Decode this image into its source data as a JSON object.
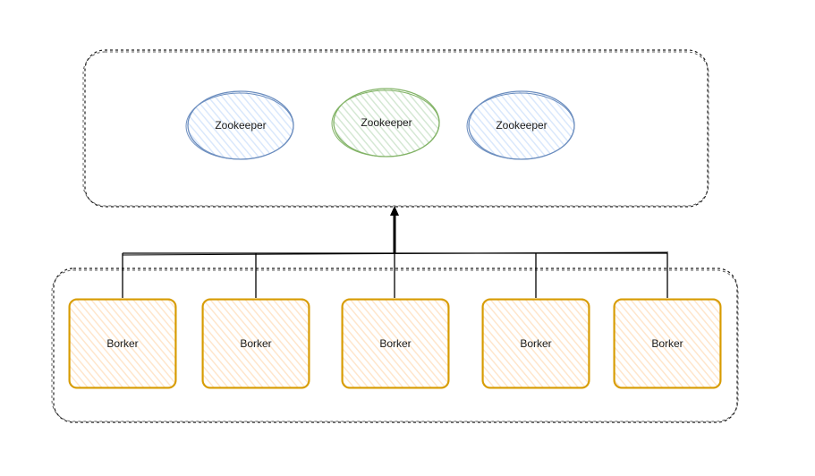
{
  "diagram": {
    "zookeeper_cluster": {
      "nodes": [
        {
          "label": "Zookeeper",
          "stroke": "#6c8ebf",
          "fill": "#dae8fc"
        },
        {
          "label": "Zookeeper",
          "stroke": "#82b366",
          "fill": "#d5e8d4"
        },
        {
          "label": "Zookeeper",
          "stroke": "#6c8ebf",
          "fill": "#dae8fc"
        }
      ]
    },
    "broker_cluster": {
      "nodes": [
        {
          "label": "Borker",
          "stroke": "#d79b00",
          "fill": "#ffe6cc"
        },
        {
          "label": "Borker",
          "stroke": "#d79b00",
          "fill": "#ffe6cc"
        },
        {
          "label": "Borker",
          "stroke": "#d79b00",
          "fill": "#ffe6cc"
        },
        {
          "label": "Borker",
          "stroke": "#d79b00",
          "fill": "#ffe6cc"
        },
        {
          "label": "Borker",
          "stroke": "#d79b00",
          "fill": "#ffe6cc"
        }
      ]
    },
    "connector_color": "#000000",
    "group_border_color": "#1a1a1a"
  }
}
